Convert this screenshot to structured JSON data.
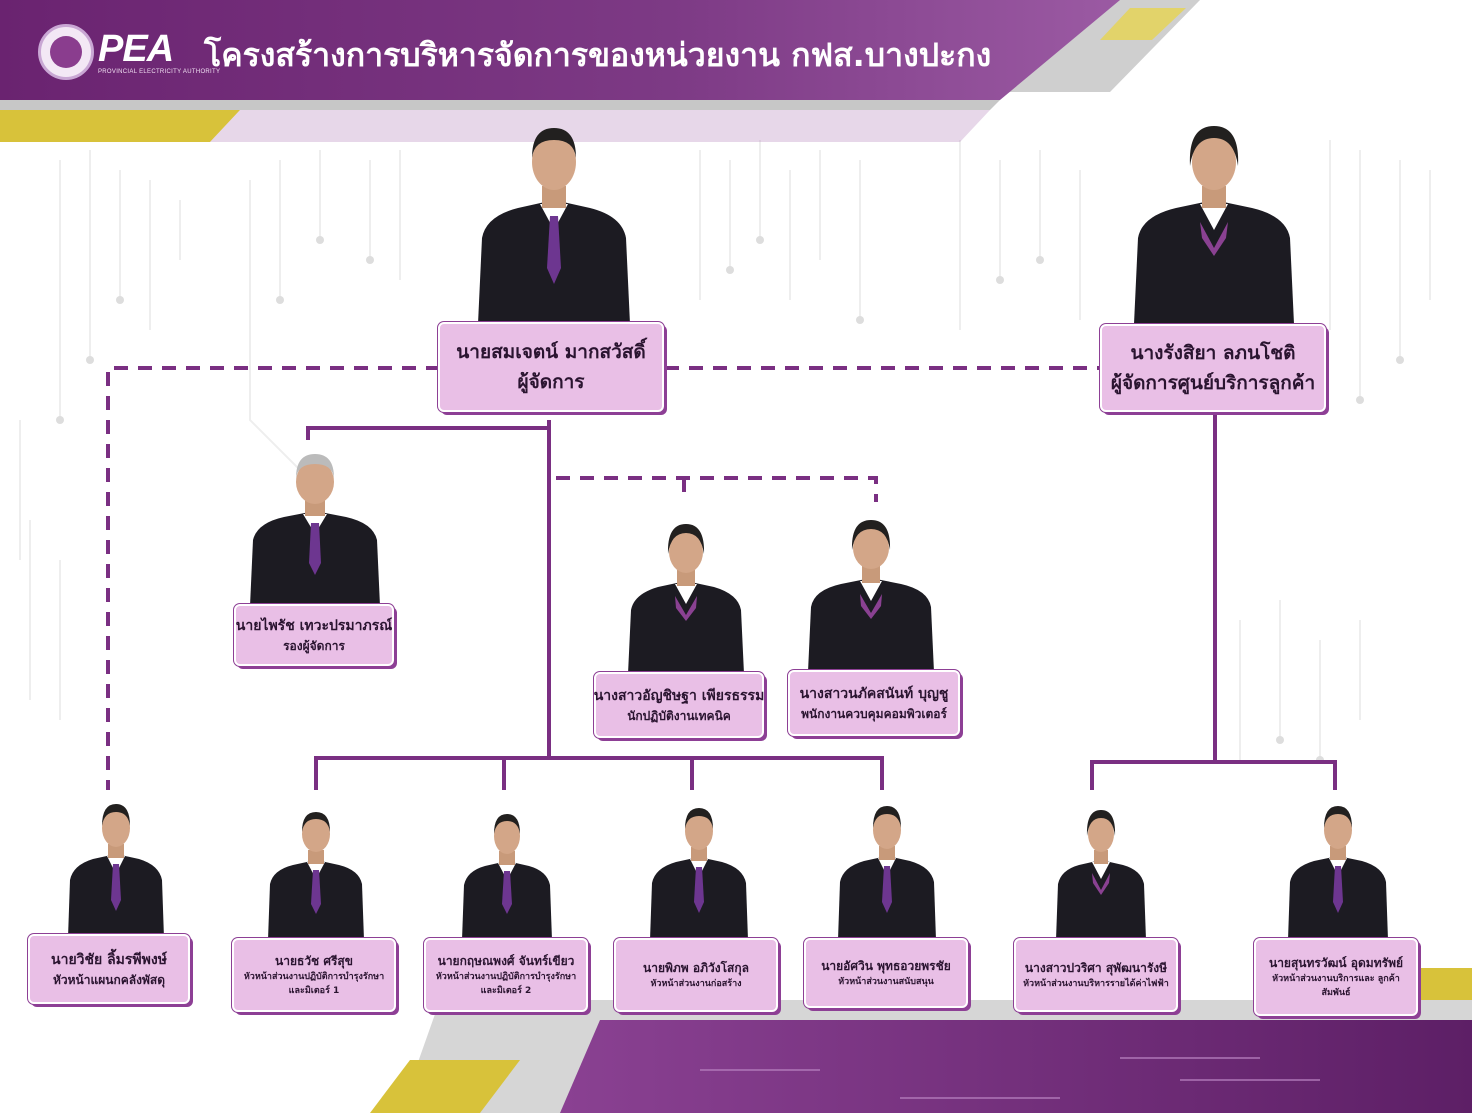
{
  "header": {
    "logo_text": "PEA",
    "logo_subtitle": "PROVINCIAL ELECTRICITY AUTHORITY",
    "title": "โครงสร้างการบริหารจัดการของหน่วยงาน กฟส.บางปะกง"
  },
  "colors": {
    "purple_dark": "#6b2a72",
    "purple_mid": "#8d3f95",
    "card_fill": "#e9bfe6",
    "gold": "#d8c23a",
    "suit": "#1c1b22"
  },
  "people": {
    "manager": {
      "name": "นายสมเจตน์ มากสวัสดิ์",
      "role": "ผู้จัดการ"
    },
    "customer_center_manager": {
      "name": "นางรังสิยา ลภนโชติ",
      "role": "ผู้จัดการศูนย์บริการลูกค้า"
    },
    "deputy_manager": {
      "name": "นายไพรัช เทวะปรมาภรณ์",
      "role": "รองผู้จัดการ"
    },
    "technician": {
      "name": "นางสาวอัญชิษฐา เพียรธรรม",
      "role": "นักปฏิบัติงานเทคนิค"
    },
    "computer_operator": {
      "name": "นางสาวนภัคสนันท์ บุญชู",
      "role": "พนักงานควบคุมคอมพิวเตอร์"
    },
    "supply_head": {
      "name": "นายวิชัย ลิ้มรพีพงษ์",
      "role": "หัวหน้าแผนกคลังพัสดุ"
    },
    "maintenance_1_head": {
      "name": "นายธวัช ศรีสุข",
      "role": "หัวหน้าส่วนงานปฏิบัติการบำรุงรักษา และมิเตอร์ 1"
    },
    "maintenance_2_head": {
      "name": "นายกฤษณพงศ์ จันทร์เขียว",
      "role": "หัวหน้าส่วนงานปฏิบัติการบำรุงรักษา และมิเตอร์ 2"
    },
    "construction_head": {
      "name": "นายพิภพ อภิวังโสกุล",
      "role": "หัวหน้าส่วนงานก่อสร้าง"
    },
    "support_head": {
      "name": "นายอัศวิน พุทธอวยพรชัย",
      "role": "หัวหน้าส่วนงานสนับสนุน"
    },
    "revenue_head": {
      "name": "นางสาวปวริศา สุพัฒนารังษี",
      "role": "หัวหน้าส่วนงานบริหารรายได้ค่าไฟฟ้า"
    },
    "customer_service_head": {
      "name": "นายสุนทรวัฒน์ อุดมทรัพย์",
      "role": "หัวหน้าส่วนงานบริการและ ลูกค้าสัมพันธ์"
    }
  }
}
